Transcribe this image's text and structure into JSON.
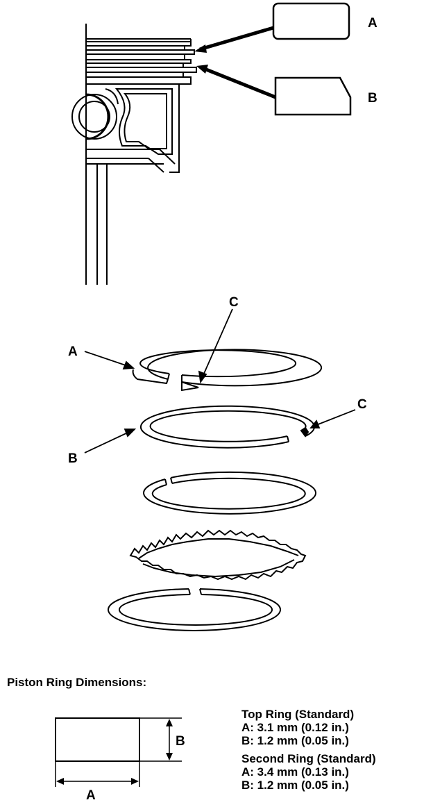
{
  "callouts": {
    "profile_top": "A",
    "profile_second": "B",
    "ring_top": "A",
    "ring_second": "B",
    "gap_top": "C",
    "gap_second": "C"
  },
  "dimensions": {
    "heading": "Piston Ring Dimensions:",
    "width_label": "A",
    "height_label": "B"
  },
  "specs": [
    {
      "title": "Top Ring (Standard)",
      "a": "A: 3.1 mm (0.12 in.)",
      "b": "B: 1.2 mm (0.05 in.)"
    },
    {
      "title": "Second Ring (Standard)",
      "a": "A: 3.4 mm (0.13 in.)",
      "b": "B: 1.2 mm (0.05 in.)"
    }
  ]
}
